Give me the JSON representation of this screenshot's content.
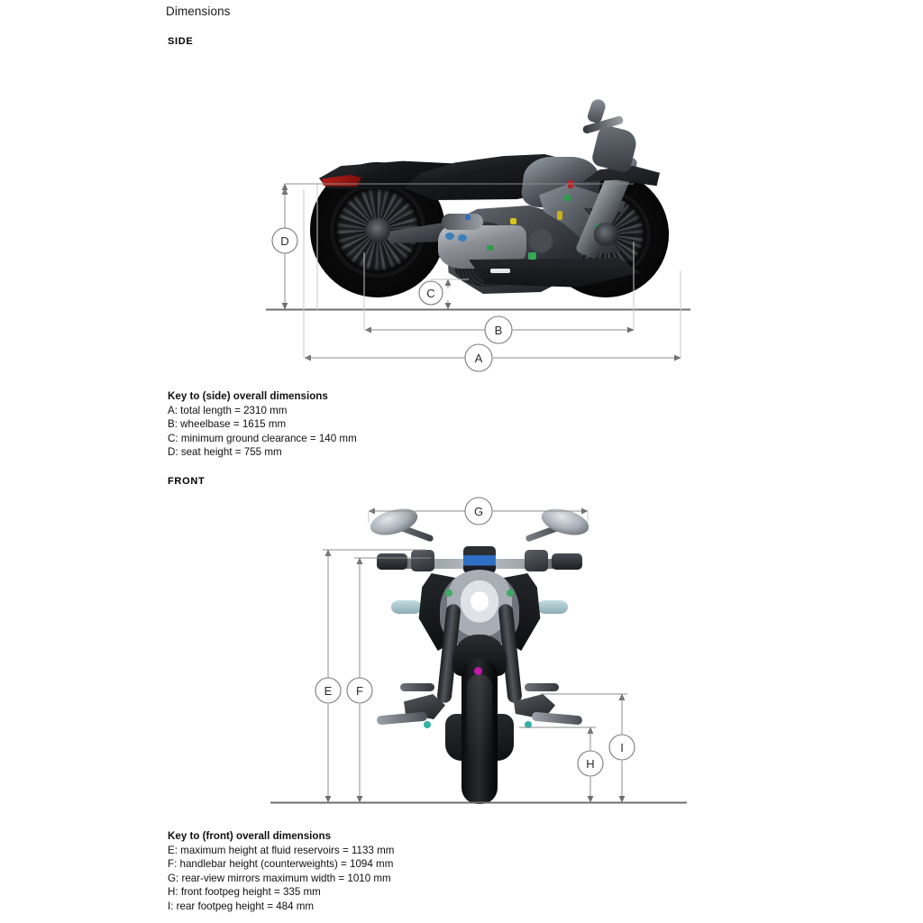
{
  "document": {
    "title": "Dimensions"
  },
  "sections": {
    "side": {
      "heading": "SIDE",
      "key_title": "Key to (side) overall dimensions",
      "entries": [
        {
          "label": "A",
          "text": "A: total length = 2310 mm",
          "name": "total length",
          "value": 2310,
          "unit": "mm"
        },
        {
          "label": "B",
          "text": "B: wheelbase = 1615 mm",
          "name": "wheelbase",
          "value": 1615,
          "unit": "mm"
        },
        {
          "label": "C",
          "text": "C: minimum ground clearance = 140 mm",
          "name": "minimum ground clearance",
          "value": 140,
          "unit": "mm"
        },
        {
          "label": "D",
          "text": "D: seat height = 755 mm",
          "name": "seat height",
          "value": 755,
          "unit": "mm"
        }
      ],
      "callouts": [
        {
          "label": "A",
          "orientation": "horizontal"
        },
        {
          "label": "B",
          "orientation": "horizontal"
        },
        {
          "label": "C",
          "orientation": "vertical"
        },
        {
          "label": "D",
          "orientation": "vertical"
        }
      ]
    },
    "front": {
      "heading": "FRONT",
      "key_title": "Key to (front) overall dimensions",
      "entries": [
        {
          "label": "E",
          "text": "E: maximum height at fluid reservoirs = 1133 mm",
          "name": "maximum height at fluid reservoirs",
          "value": 1133,
          "unit": "mm"
        },
        {
          "label": "F",
          "text": "F: handlebar height (counterweights) = 1094 mm",
          "name": "handlebar height (counterweights)",
          "value": 1094,
          "unit": "mm"
        },
        {
          "label": "G",
          "text": "G: rear-view mirrors maximum width = 1010 mm",
          "name": "rear-view mirrors maximum width",
          "value": 1010,
          "unit": "mm"
        },
        {
          "label": "H",
          "text": "H: front footpeg height = 335 mm",
          "name": "front footpeg height",
          "value": 335,
          "unit": "mm"
        },
        {
          "label": "I",
          "text": "I: rear footpeg height = 484 mm",
          "name": "rear footpeg height",
          "value": 484,
          "unit": "mm"
        }
      ],
      "callouts": [
        {
          "label": "E",
          "orientation": "vertical"
        },
        {
          "label": "F",
          "orientation": "vertical"
        },
        {
          "label": "G",
          "orientation": "horizontal"
        },
        {
          "label": "H",
          "orientation": "vertical"
        },
        {
          "label": "I",
          "orientation": "vertical"
        }
      ]
    }
  },
  "colors": {
    "page_background": "#ffffff",
    "text": "#000000",
    "dimension_line": "#888888",
    "ground_line": "#6e6e6e",
    "callout_circle_stroke": "#7a7a7a"
  },
  "illustrations": {
    "side_view": "motorcycle-side-view",
    "front_view": "motorcycle-front-view"
  }
}
